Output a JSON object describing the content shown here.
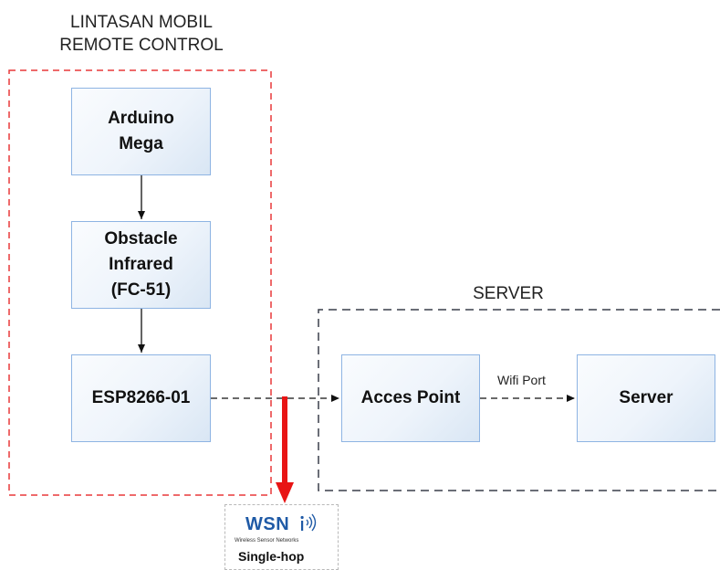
{
  "groups": {
    "car_title": "LINTASAN MOBIL\nREMOTE CONTROL",
    "server_title": "SERVER"
  },
  "nodes": {
    "arduino": "Arduino\nMega",
    "obstacle": "Obstacle\nInfrared\n(FC-51)",
    "esp": "ESP8266-01",
    "access_point": "Acces Point",
    "server": "Server"
  },
  "edges": {
    "wifi_port": "Wifi Port"
  },
  "wsn": {
    "logo_text": "WSN",
    "logo_subtitle": "Wireless Sensor Networks",
    "caption": "Single-hop",
    "logo_icon": "wireless-signal-icon"
  },
  "colors": {
    "car_group_border": "#e8393a",
    "server_group_border": "#3a3f4a",
    "node_border": "#8eb4e3",
    "arrow_red": "#e81414",
    "logo_blue": "#1f5aa6"
  }
}
